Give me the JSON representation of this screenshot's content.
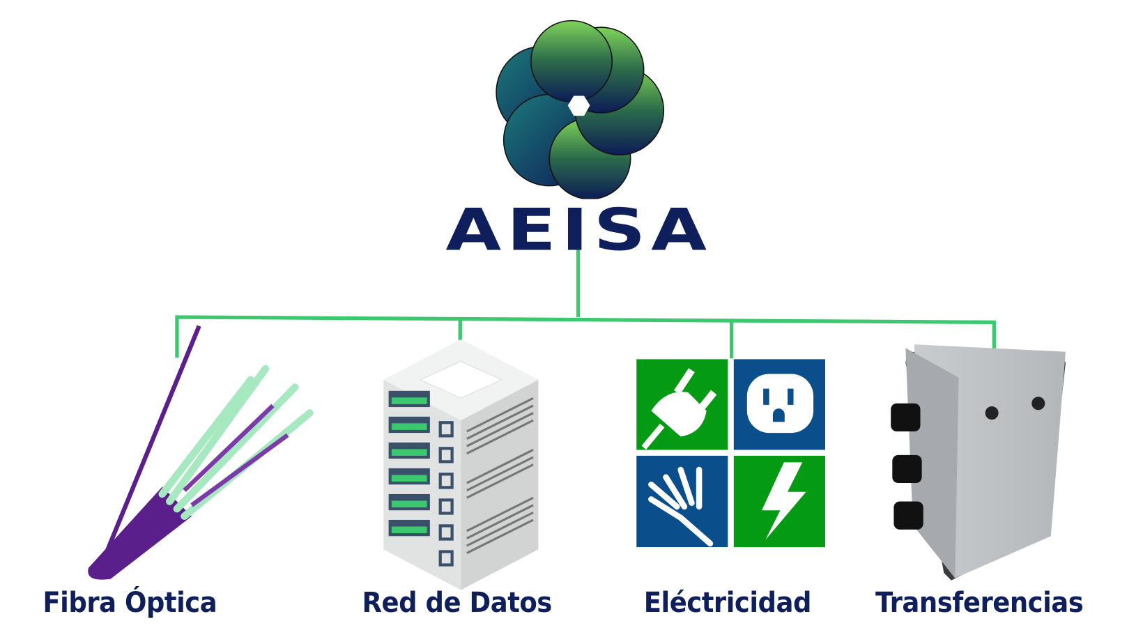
{
  "brand": {
    "name": "AEISA"
  },
  "categories": [
    {
      "label": "Fibra Óptica",
      "icon": "fiber-optic-icon"
    },
    {
      "label": "Red de Datos",
      "icon": "server-icon"
    },
    {
      "label": "Eléctricidad",
      "icon": "electricity-icon"
    },
    {
      "label": "Transferencias",
      "icon": "electrical-enclosure-icon"
    }
  ],
  "colors": {
    "navy": "#0f1f5c",
    "connector": "#3cc86e",
    "green": "#049a14",
    "blue": "#0a4f8c",
    "purple": "#5b1f8c"
  }
}
